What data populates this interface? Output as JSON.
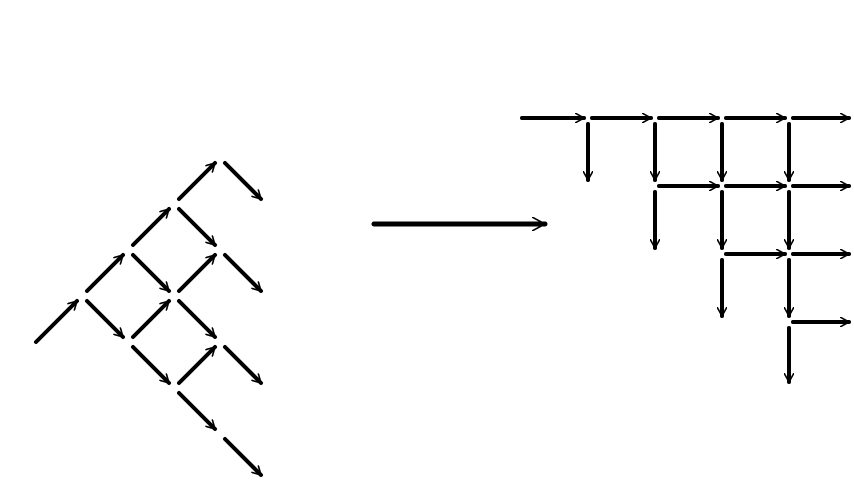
{
  "diagram": {
    "background": "#ffffff",
    "stroke_color": "#000000",
    "left_figure": {
      "shape": "triangle lattice",
      "arrow_directions": [
        "up-right",
        "down-right"
      ],
      "row_counts": [
        1,
        2,
        3,
        4
      ]
    },
    "transform_arrow": {
      "direction": "right",
      "icon": "long-right-arrow-icon"
    },
    "right_figure": {
      "shape": "staircase grid",
      "arrow_directions": [
        "right",
        "down"
      ],
      "row_counts": [
        4,
        3,
        2,
        1
      ]
    }
  }
}
